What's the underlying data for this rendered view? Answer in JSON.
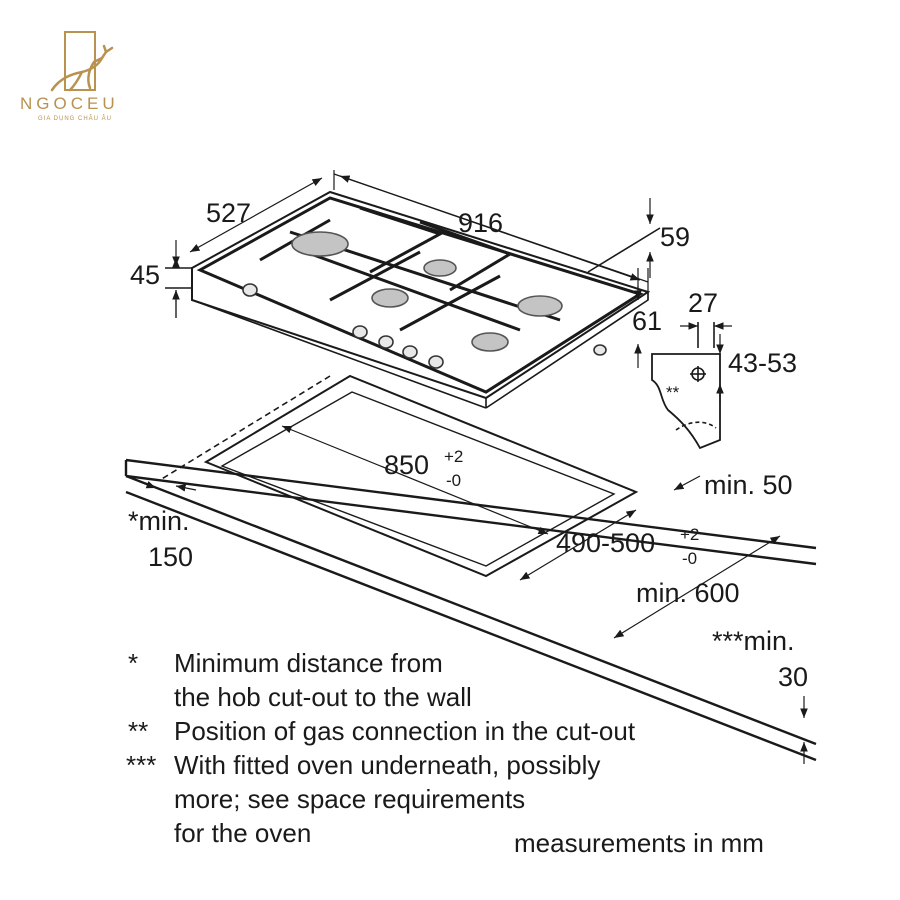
{
  "brand": {
    "name": "NGOCEU",
    "tagline": "GIA DỤNG CHÂU ÂU"
  },
  "dimensions": {
    "depth": "527",
    "width": "916",
    "height": "45",
    "right_top": "59",
    "right_side": "61",
    "bracket_width": "27",
    "bracket_height": "43-53",
    "cutout_width": "850",
    "cutout_width_tol_plus": "+2",
    "cutout_width_tol_minus": "-0",
    "cutout_depth": "490-500",
    "cutout_depth_tol_plus": "+2",
    "cutout_depth_tol_minus": "-0",
    "min_back": "min. 50",
    "min_side_1": "*min.",
    "min_side_2": "150",
    "min_front": "min. 600",
    "min_under_1": "***min.",
    "min_under_2": "30",
    "gas_mark": "**"
  },
  "notes": [
    {
      "mark": "*",
      "lines": [
        "Minimum distance from",
        "the hob cut-out to the wall"
      ]
    },
    {
      "mark": "**",
      "lines": [
        "Position of gas connection in the cut-out"
      ]
    },
    {
      "mark": "***",
      "lines": [
        "With fitted oven underneath, possibly",
        "more; see space requirements",
        "for the oven"
      ]
    }
  ],
  "units": "measurements in mm",
  "colors": {
    "line": "#1a1a1a",
    "brand": "#b8924e",
    "burner": "#9a9a9a"
  }
}
